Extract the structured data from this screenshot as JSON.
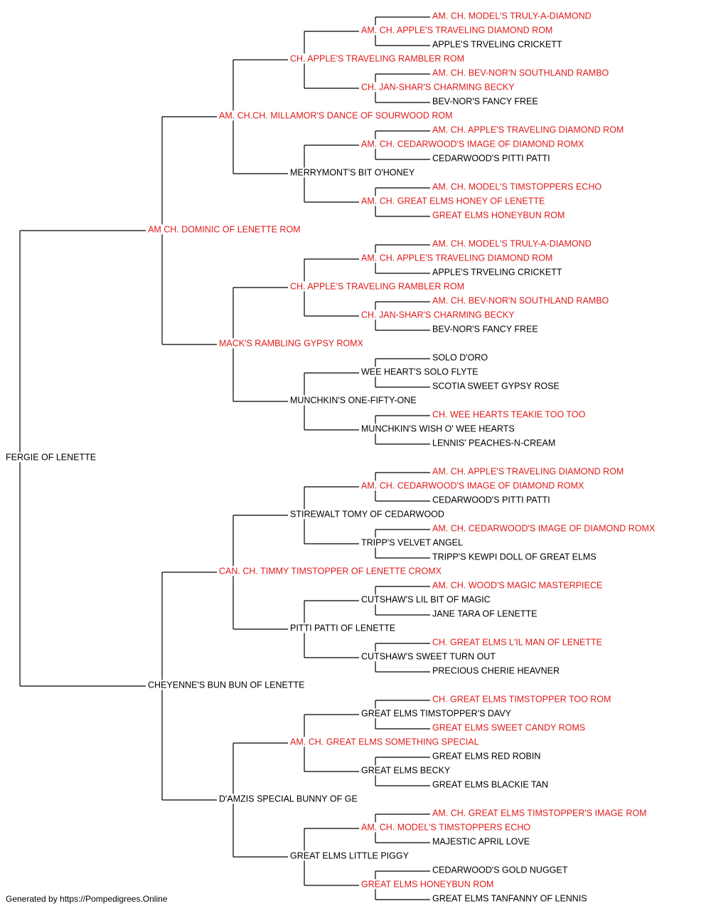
{
  "colors": {
    "champion": "#e01b1b",
    "regular": "#000000",
    "line": "#000000"
  },
  "pedigree": {
    "name": "FERGIE OF LENETTE",
    "champion": false,
    "sire": {
      "name": "AM CH. DOMINIC OF LENETTE ROM",
      "champion": true,
      "sire": {
        "name": "AM. CH.CH. MILLAMOR'S DANCE OF SOURWOOD ROM",
        "champion": true,
        "sire": {
          "name": "CH. APPLE'S TRAVELING RAMBLER ROM",
          "champion": true,
          "sire": {
            "name": "AM. CH. APPLE'S TRAVELING DIAMOND ROM",
            "champion": true,
            "sire": {
              "name": "AM. CH. MODEL'S TRULY-A-DIAMOND",
              "champion": true
            },
            "dam": {
              "name": "APPLE'S TRVELING CRICKETT",
              "champion": false
            }
          },
          "dam": {
            "name": "CH. JAN-SHAR'S CHARMING BECKY",
            "champion": true,
            "sire": {
              "name": "AM. CH. BEV-NOR'N SOUTHLAND RAMBO",
              "champion": true
            },
            "dam": {
              "name": "BEV-NOR'S FANCY FREE",
              "champion": false
            }
          }
        },
        "dam": {
          "name": "MERRYMONT'S BIT O'HONEY",
          "champion": false,
          "sire": {
            "name": "AM. CH. CEDARWOOD'S IMAGE OF DIAMOND ROMX",
            "champion": true,
            "sire": {
              "name": "AM. CH. APPLE'S TRAVELING DIAMOND ROM",
              "champion": true
            },
            "dam": {
              "name": "CEDARWOOD'S PITTI PATTI",
              "champion": false
            }
          },
          "dam": {
            "name": "AM. CH. GREAT ELMS HONEY OF LENETTE",
            "champion": true,
            "sire": {
              "name": "AM. CH. MODEL'S TIMSTOPPERS ECHO",
              "champion": true
            },
            "dam": {
              "name": "GREAT ELMS HONEYBUN ROM",
              "champion": true
            }
          }
        }
      },
      "dam": {
        "name": "MACK'S RAMBLING GYPSY ROMX",
        "champion": true,
        "sire": {
          "name": "CH. APPLE'S TRAVELING RAMBLER ROM",
          "champion": true,
          "sire": {
            "name": "AM. CH. APPLE'S TRAVELING DIAMOND ROM",
            "champion": true,
            "sire": {
              "name": "AM. CH. MODEL'S TRULY-A-DIAMOND",
              "champion": true
            },
            "dam": {
              "name": "APPLE'S TRVELING CRICKETT",
              "champion": false
            }
          },
          "dam": {
            "name": "CH. JAN-SHAR'S CHARMING BECKY",
            "champion": true,
            "sire": {
              "name": "AM. CH. BEV-NOR'N SOUTHLAND RAMBO",
              "champion": true
            },
            "dam": {
              "name": "BEV-NOR'S FANCY FREE",
              "champion": false
            }
          }
        },
        "dam": {
          "name": "MUNCHKIN'S ONE-FIFTY-ONE",
          "champion": false,
          "sire": {
            "name": "WEE HEART'S SOLO FLYTE",
            "champion": false,
            "sire": {
              "name": "SOLO D'ORO",
              "champion": false
            },
            "dam": {
              "name": "SCOTIA SWEET GYPSY ROSE",
              "champion": false
            }
          },
          "dam": {
            "name": "MUNCHKIN'S WISH O' WEE HEARTS",
            "champion": false,
            "sire": {
              "name": "CH. WEE HEARTS TEAKIE TOO TOO",
              "champion": true
            },
            "dam": {
              "name": "LENNIS' PEACHES-N-CREAM",
              "champion": false
            }
          }
        }
      }
    },
    "dam": {
      "name": "CHEYENNE'S BUN BUN OF LENETTE",
      "champion": false,
      "sire": {
        "name": "CAN. CH. TIMMY TIMSTOPPER OF LENETTE CROMX",
        "champion": true,
        "sire": {
          "name": "STIREWALT TOMY OF CEDARWOOD",
          "champion": false,
          "sire": {
            "name": "AM. CH. CEDARWOOD'S IMAGE OF DIAMOND ROMX",
            "champion": true,
            "sire": {
              "name": "AM. CH. APPLE'S TRAVELING DIAMOND ROM",
              "champion": true
            },
            "dam": {
              "name": "CEDARWOOD'S PITTI PATTI",
              "champion": false
            }
          },
          "dam": {
            "name": "TRIPP'S VELVET ANGEL",
            "champion": false,
            "sire": {
              "name": "AM. CH. CEDARWOOD'S IMAGE OF DIAMOND ROMX",
              "champion": true
            },
            "dam": {
              "name": "TRIPP'S KEWPI DOLL OF GREAT ELMS",
              "champion": false
            }
          }
        },
        "dam": {
          "name": "PITTI PATTI OF LENETTE",
          "champion": false,
          "sire": {
            "name": "CUTSHAW'S LIL BIT OF MAGIC",
            "champion": false,
            "sire": {
              "name": "AM. CH. WOOD'S MAGIC MASTERPIECE",
              "champion": true
            },
            "dam": {
              "name": "JANE TARA OF LENETTE",
              "champion": false
            }
          },
          "dam": {
            "name": "CUTSHAW'S SWEET TURN OUT",
            "champion": false,
            "sire": {
              "name": "CH. GREAT ELMS L'IL MAN OF LENETTE",
              "champion": true
            },
            "dam": {
              "name": "PRECIOUS CHERIE HEAVNER",
              "champion": false
            }
          }
        }
      },
      "dam": {
        "name": "D'AMZIS SPECIAL BUNNY OF GE",
        "champion": false,
        "sire": {
          "name": "AM. CH. GREAT ELMS SOMETHING SPECIAL",
          "champion": true,
          "sire": {
            "name": "GREAT ELMS TIMSTOPPER'S DAVY",
            "champion": false,
            "sire": {
              "name": "CH. GREAT ELMS TIMSTOPPER TOO ROM",
              "champion": true
            },
            "dam": {
              "name": "GREAT ELMS SWEET CANDY ROMS",
              "champion": true
            }
          },
          "dam": {
            "name": "GREAT ELMS BECKY",
            "champion": false,
            "sire": {
              "name": "GREAT ELMS RED ROBIN",
              "champion": false
            },
            "dam": {
              "name": "GREAT ELMS BLACKIE TAN",
              "champion": false
            }
          }
        },
        "dam": {
          "name": "GREAT ELMS LITTLE PIGGY",
          "champion": false,
          "sire": {
            "name": "AM. CH. MODEL'S TIMSTOPPERS ECHO",
            "champion": true,
            "sire": {
              "name": "AM. CH. GREAT ELMS TIMSTOPPER'S IMAGE ROM",
              "champion": true
            },
            "dam": {
              "name": "MAJESTIC APRIL LOVE",
              "champion": false
            }
          },
          "dam": {
            "name": "GREAT ELMS HONEYBUN ROM",
            "champion": true,
            "sire": {
              "name": "CEDARWOOD'S GOLD NUGGET",
              "champion": false
            },
            "dam": {
              "name": "GREAT ELMS TANFANNY OF LENNIS",
              "champion": false
            }
          }
        }
      }
    }
  },
  "footer": {
    "text": "Generated by https://Pompedigrees.Online"
  }
}
